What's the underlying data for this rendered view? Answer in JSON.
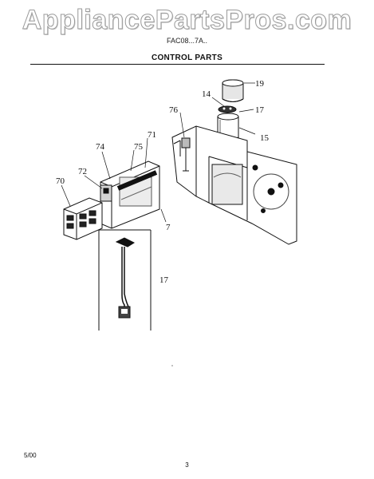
{
  "watermark": "AppliancePartsPros.com",
  "header": {
    "model_number": "FAC08...7A..",
    "section_title": "CONTROL PARTS"
  },
  "diagram": {
    "callouts": [
      "19",
      "14",
      "17",
      "15",
      "76",
      "71",
      "75",
      "74",
      "72",
      "70",
      "7",
      "17"
    ]
  },
  "footer": {
    "date": "5/00",
    "page_number": "3"
  }
}
